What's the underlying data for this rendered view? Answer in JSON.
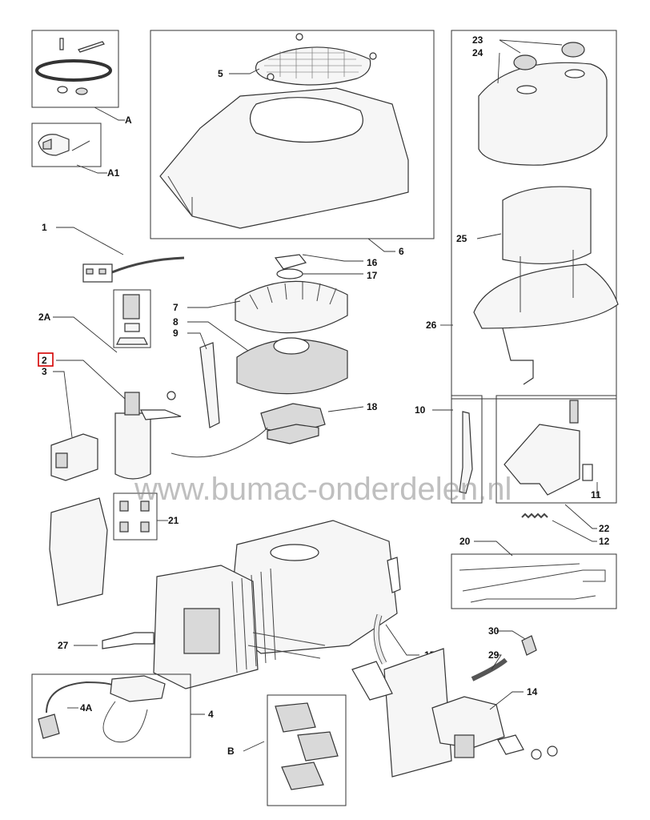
{
  "watermark": "www.bumac-onderdelen.nl",
  "highlighted_callout": "2",
  "callouts": {
    "A": "A",
    "A1": "A1",
    "c1": "1",
    "c2A": "2A",
    "c2": "2",
    "c3": "3",
    "c4": "4",
    "c4A": "4A",
    "B": "B",
    "c5": "5",
    "c6": "6",
    "c7": "7",
    "c8": "8",
    "c9": "9",
    "c10": "10",
    "c11": "11",
    "c12": "12",
    "c14": "14",
    "c15": "15",
    "c16": "16",
    "c17": "17",
    "c18": "18",
    "c20": "20",
    "c21": "21",
    "c22": "22",
    "c23": "23",
    "c24": "24",
    "c25": "25",
    "c26": "26",
    "c27": "27",
    "c29": "29",
    "c30": "30"
  },
  "colors": {
    "line": "#333333",
    "highlight": "#d40000",
    "watermark": "#8c8c8c",
    "background": "#ffffff"
  }
}
